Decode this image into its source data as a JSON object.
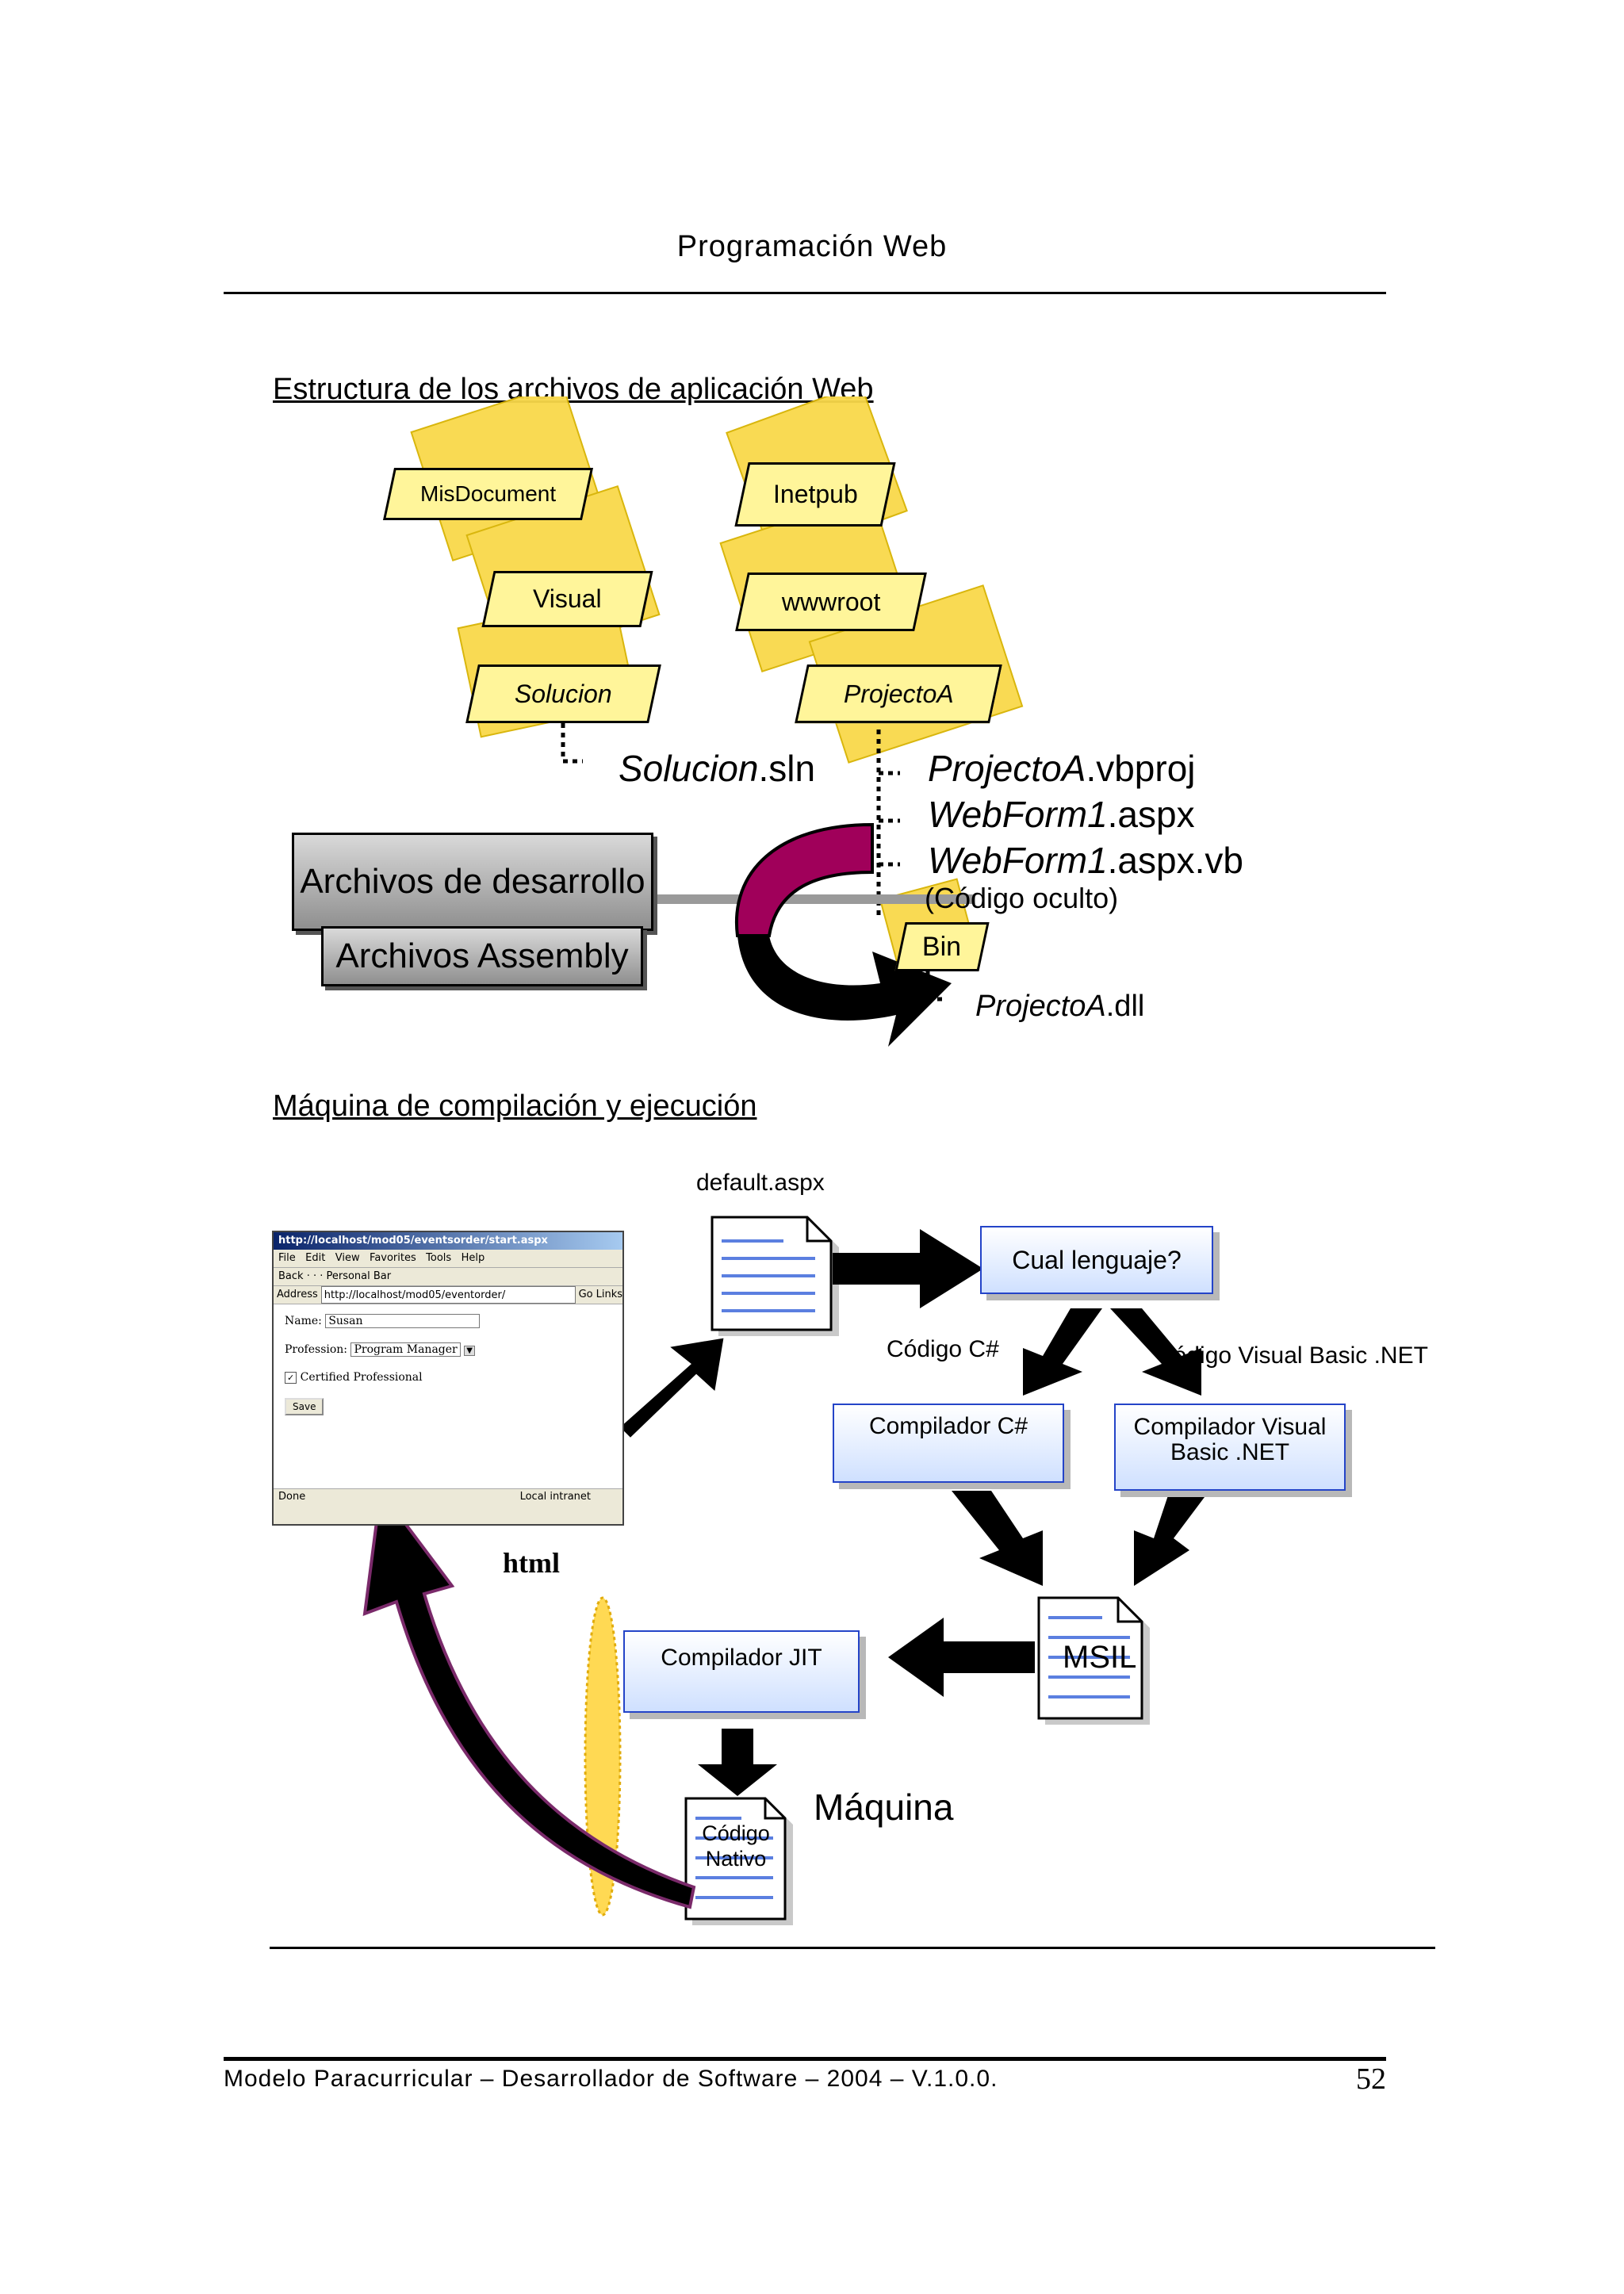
{
  "header": {
    "title": "Programación Web"
  },
  "section1": {
    "heading": "Estructura de los archivos de aplicación Web",
    "folders": {
      "misdocument": "MisDocument",
      "visual": "Visual",
      "solucion": "Solucion",
      "inetpub": "Inetpub",
      "wwwroot": "wwwroot",
      "projectoa": "ProjectoA",
      "bin": "Bin"
    },
    "files": {
      "sln_name": "Solucion",
      "sln_ext": ".sln",
      "vbproj_name": "ProjectoA",
      "vbproj_ext": ".vbproj",
      "aspx_name": "WebForm1",
      "aspx_ext": ".aspx",
      "aspxvb_name": "WebForm1",
      "aspxvb_ext": ".aspx.vb",
      "hidden_code": "(Código oculto)",
      "dll_name": "ProjectoA",
      "dll_ext": ".dll"
    },
    "buttons": {
      "dev_files": "Archivos de desarrollo",
      "assembly_files": "Archivos Assembly"
    }
  },
  "section2": {
    "heading": "Máquina de compilación y ejecución",
    "default_aspx": "default.aspx",
    "which_language": "Cual lenguaje?",
    "code_cs": "Código C#",
    "code_vb": "Código Visual Basic .NET",
    "compiler_cs": "Compilador C#",
    "compiler_vb": "Compilador Visual Basic .NET",
    "msil": "MSIL",
    "jit": "Compilador JIT",
    "native_code": "Código Nativo",
    "machine": "Máquina",
    "html": "html",
    "browser": {
      "title": "http://localhost/mod05/eventsorder/start.aspx",
      "menu": [
        "File",
        "Edit",
        "View",
        "Favorites",
        "Tools",
        "Help"
      ],
      "toolbar": "Back · · · Personal Bar",
      "address_label": "Address",
      "address_value": "http://localhost/mod05/eventorder/",
      "go": "Go",
      "links": "Links",
      "name_label": "Name:",
      "name_value": "Susan",
      "profession_label": "Profession:",
      "profession_value": "Program Manager",
      "certified": "Certified Professional",
      "save": "Save",
      "status_done": "Done",
      "status_zone": "Local intranet"
    }
  },
  "footer": {
    "text": "Modelo Paracurricular – Desarrollador de Software – 2004 – V.1.0.0.",
    "page": "52"
  },
  "colors": {
    "folder": "#f7d23a",
    "box_border": "#2444c8",
    "magenta_arrow": "#a0005a"
  }
}
